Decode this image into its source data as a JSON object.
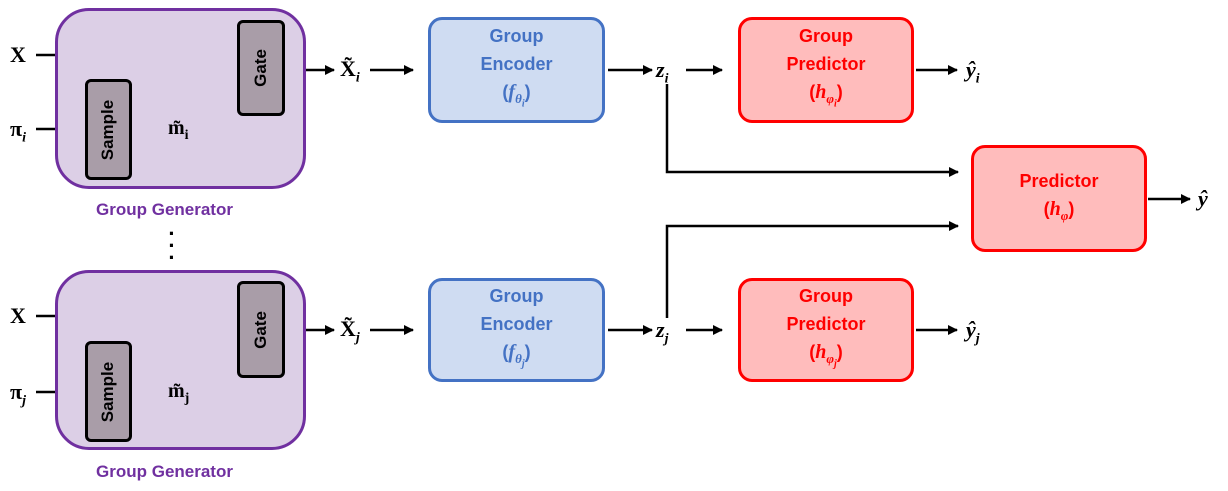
{
  "generator_caption": "Group Generator",
  "gate_label": "Gate",
  "sample_label": "Sample",
  "encoder": {
    "line1": "Group",
    "line2": "Encoder",
    "fn": "f",
    "param": "θ"
  },
  "group_predictor": {
    "line1": "Group",
    "line2": "Predictor",
    "fn": "h",
    "param": "φ"
  },
  "predictor": {
    "line1": "Predictor",
    "fn": "h",
    "param": "φ"
  },
  "symbols": {
    "x": "X",
    "pi": "π",
    "m_tilde": "m̃",
    "x_tilde": "X̃",
    "z": "z",
    "y_hat": "ŷ",
    "i": "i",
    "j": "j"
  },
  "colors": {
    "generator": "#7030a0",
    "encoder": "#4472c4",
    "predictor": "#ff0000"
  }
}
